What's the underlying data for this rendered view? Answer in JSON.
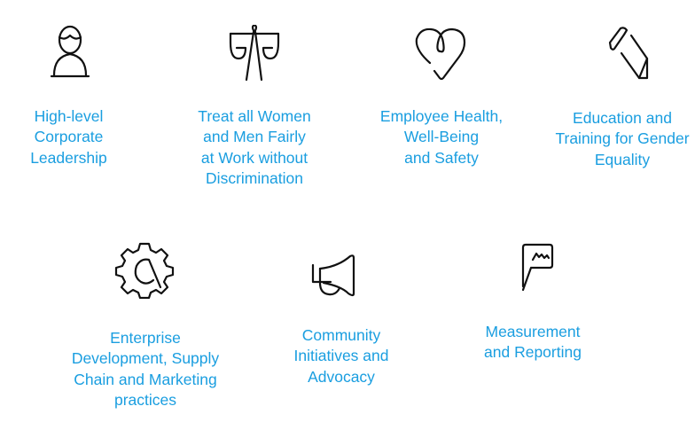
{
  "accent_color": "#1a9ee0",
  "items": [
    {
      "icon": "person-icon",
      "label": "High-level\nCorporate\nLeadership"
    },
    {
      "icon": "scales-icon",
      "label": "Treat all Women\nand Men Fairly\nat Work without\nDiscrimination"
    },
    {
      "icon": "heart-icon",
      "label": "Employee Health,\nWell-Being\nand Safety"
    },
    {
      "icon": "pencil-icon",
      "label": "Education and\nTraining for Gender\nEquality"
    },
    {
      "icon": "gear-icon",
      "label": "Enterprise\nDevelopment, Supply\nChain and Marketing\npractices"
    },
    {
      "icon": "megaphone-icon",
      "label": "Community\nInitiatives and\nAdvocacy"
    },
    {
      "icon": "chart-bubble-icon",
      "label": "Measurement\nand Reporting"
    }
  ]
}
